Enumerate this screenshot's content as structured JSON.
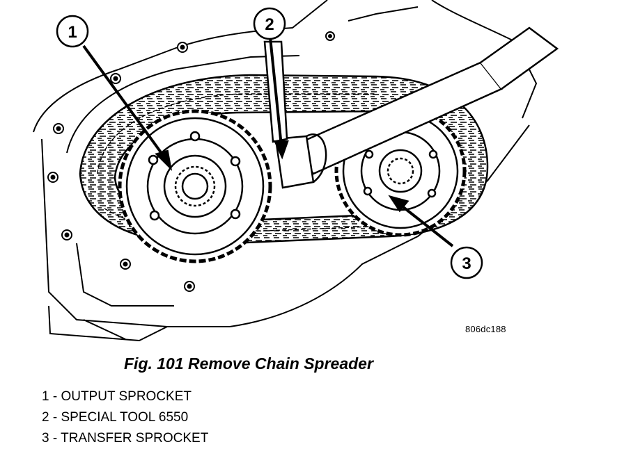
{
  "figure": {
    "caption": "Fig. 101 Remove Chain Spreader",
    "code": "806dc188"
  },
  "callouts": [
    {
      "number": "1"
    },
    {
      "number": "2"
    },
    {
      "number": "3"
    }
  ],
  "legend": [
    {
      "text": "1 - OUTPUT SPROCKET"
    },
    {
      "text": "2 - SPECIAL TOOL 6550"
    },
    {
      "text": "3 - TRANSFER SPROCKET"
    }
  ],
  "colors": {
    "ink": "#000000",
    "paper": "#ffffff"
  }
}
